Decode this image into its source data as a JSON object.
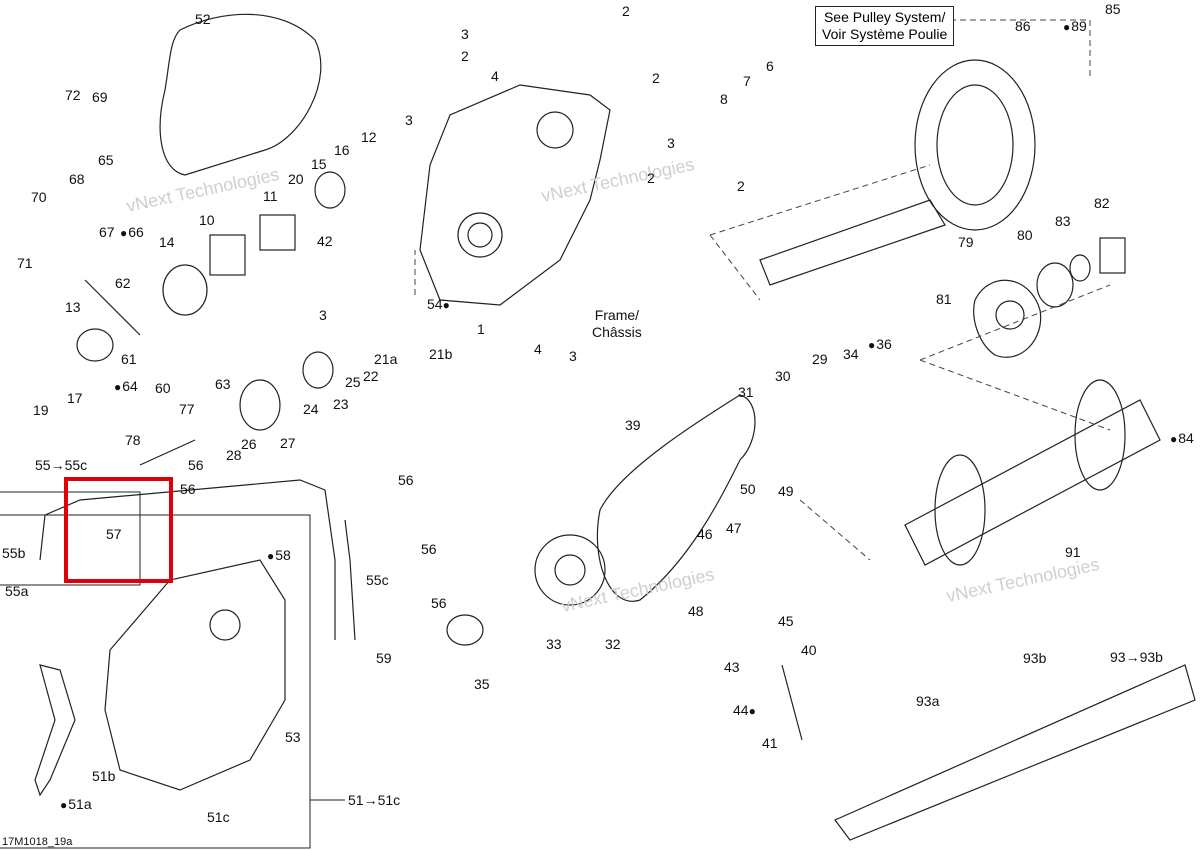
{
  "diagram": {
    "figure_code": "17M1018_19a",
    "callouts": {
      "pulley": "See Pulley System/\nVoir Système Poulie",
      "frame": "Frame/\nChâssis"
    },
    "watermarks": [
      "vNext Technologies",
      "vNext Technologies",
      "vNext Technologies",
      "vNext Technologies"
    ],
    "labels": [
      "52",
      "3",
      "2",
      "2",
      "4",
      "2",
      "7",
      "6",
      "8",
      "86",
      "89",
      "85",
      "72",
      "69",
      "65",
      "68",
      "70",
      "67",
      "66",
      "71",
      "15",
      "16",
      "12",
      "20",
      "11",
      "10",
      "14",
      "62",
      "13",
      "3",
      "3",
      "2",
      "2",
      "42",
      "3",
      "54",
      "1",
      "4",
      "3",
      "83",
      "80",
      "82",
      "79",
      "81",
      "36",
      "34",
      "29",
      "30",
      "31",
      "39",
      "84",
      "21a",
      "21b",
      "22",
      "23",
      "24",
      "25",
      "61",
      "64",
      "60",
      "63",
      "19",
      "17",
      "77",
      "26",
      "28",
      "27",
      "78",
      "55→55c",
      "56",
      "56",
      "56",
      "56",
      "56",
      "55b",
      "55a",
      "57",
      "58",
      "55c",
      "59",
      "50",
      "49",
      "47",
      "46",
      "48",
      "45",
      "33",
      "32",
      "35",
      "40",
      "43",
      "44",
      "41",
      "91",
      "93→93b",
      "93b",
      "93a",
      "53",
      "51b",
      "51a",
      "51c",
      "51→51c"
    ]
  }
}
